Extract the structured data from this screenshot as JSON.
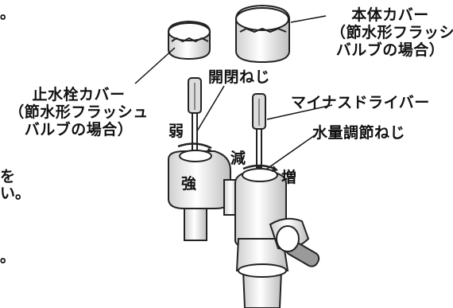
{
  "labels": {
    "body_cover": {
      "title": "本体カバー",
      "line2": "（節水形フラッシュ",
      "line3": "バルブの場合）"
    },
    "stop_valve_cover": {
      "title": "止水栓カバー",
      "line2": "（節水形フラッシュ",
      "line3": "バルブの場合）"
    },
    "open_close_screw": "開閉ねじ",
    "flat_screwdriver": "マイナスドライバー",
    "water_volume_screw": "水量調節ねじ",
    "weak": "弱",
    "strong": "強",
    "decrease": "減",
    "increase": "増"
  },
  "edge_text": {
    "top": "。",
    "mid1": "を",
    "mid2": "い。",
    "bottom": "。"
  }
}
